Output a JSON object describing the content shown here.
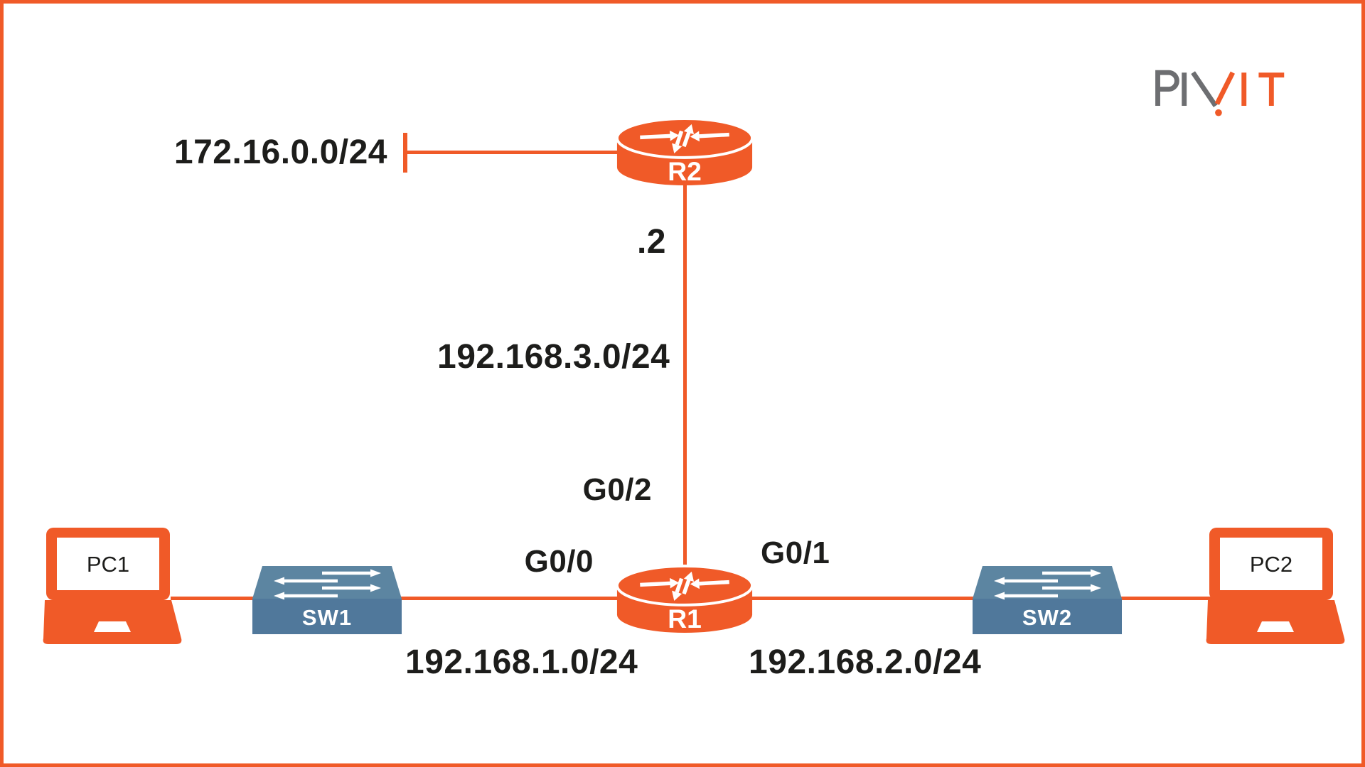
{
  "logo": {
    "text": "PIVIT"
  },
  "colors": {
    "orange": "#F05A28",
    "switch_top": "#5C85A1",
    "switch_front": "#50789B",
    "label_text": "#1D1D1B",
    "logo_gray": "#6D6E71"
  },
  "devices": {
    "r1": {
      "label": "R1",
      "type": "router"
    },
    "r2": {
      "label": "R2",
      "type": "router"
    },
    "sw1": {
      "label": "SW1",
      "type": "switch"
    },
    "sw2": {
      "label": "SW2",
      "type": "switch"
    },
    "pc1": {
      "label": "PC1",
      "type": "laptop"
    },
    "pc2": {
      "label": "PC2",
      "type": "laptop"
    }
  },
  "networks": {
    "r2_lan": "172.16.0.0/24",
    "backbone": "192.168.3.0/24",
    "lan1": "192.168.1.0/24",
    "lan2": "192.168.2.0/24"
  },
  "interfaces": {
    "g00": "G0/0",
    "g01": "G0/1",
    "g02": "G0/2"
  },
  "addresses": {
    "r2_suffix": ".2"
  }
}
